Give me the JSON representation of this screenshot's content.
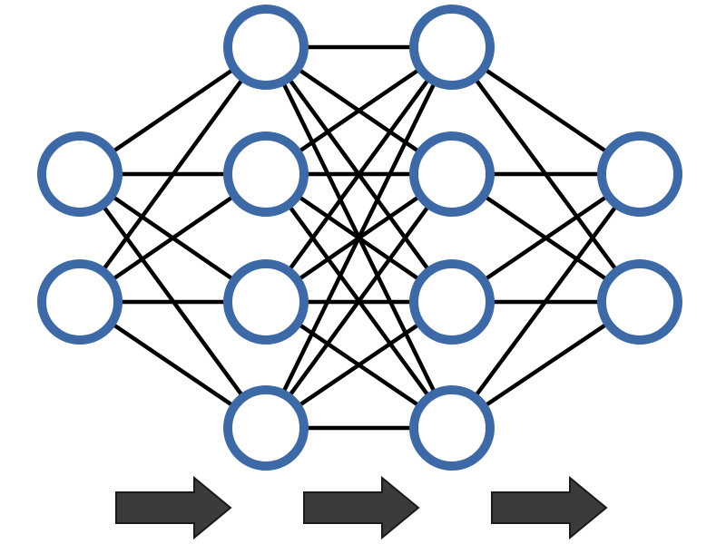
{
  "diagram": {
    "type": "feedforward-neural-network",
    "layer_sizes": [
      2,
      4,
      4,
      2
    ],
    "connectivity": "fully-connected",
    "node_shape": "circle",
    "flow_arrows": 3,
    "flow_direction": "left-to-right",
    "colors": {
      "background": "#ffffff",
      "node_stroke": "#3d6aa6",
      "node_fill": "#ffffff",
      "edge": "#000000",
      "arrow_fill": "#3b3b3b",
      "arrow_stroke": "#1a1a1a"
    }
  }
}
